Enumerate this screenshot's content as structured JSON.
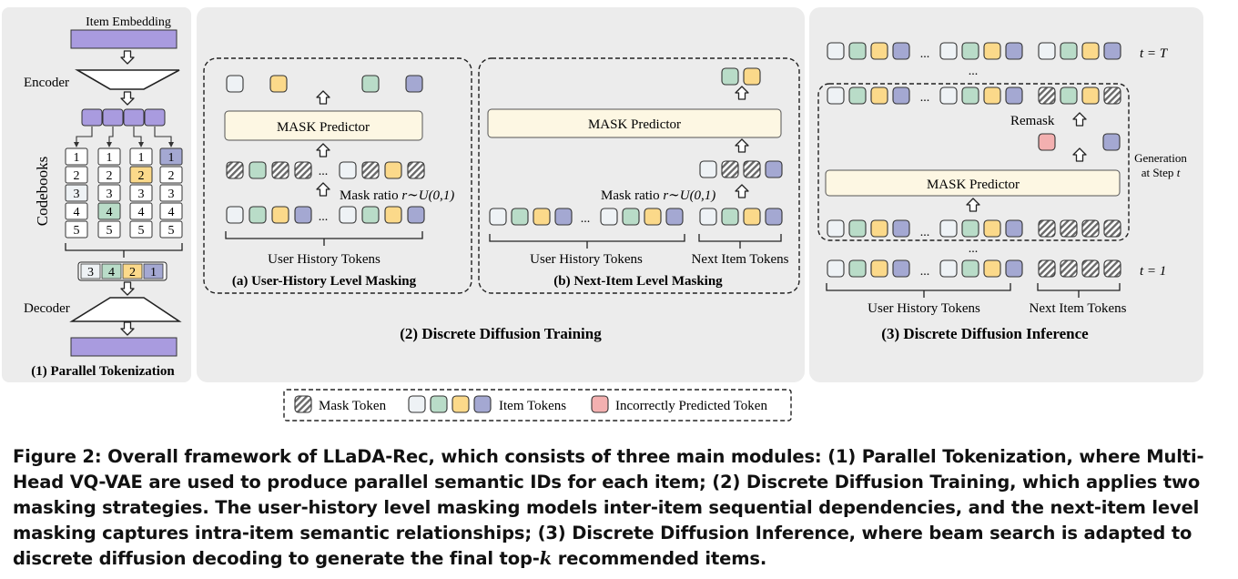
{
  "figure": {
    "tokenization": {
      "item_embedding": "Item Embedding",
      "encoder": "Encoder",
      "codebooks": "Codebooks",
      "decoder": "Decoder",
      "panel_title": "(1) Parallel Tokenization",
      "codebook_rows": [
        "1",
        "2",
        "3",
        "4",
        "5"
      ],
      "parallel_ids": [
        "3",
        "4",
        "2",
        "1"
      ]
    },
    "training": {
      "panel_title": "(2) Discrete Diffusion Training",
      "sub_a_title": "(a) User-History Level Masking",
      "sub_b_title": "(b) Next-Item Level Masking",
      "mask_predictor": "MASK Predictor",
      "mask_ratio_prefix": "Mask ratio ",
      "mask_ratio_formula": "r∼U(0,1)",
      "ellipsis": "...",
      "user_history_tokens": "User History Tokens",
      "next_item_tokens": "Next Item Tokens"
    },
    "inference": {
      "panel_title": "(3) Discrete Diffusion Inference",
      "mask_predictor": "MASK Predictor",
      "remask": "Remask",
      "generation_line1": "Generation",
      "generation_line2": "at Step ",
      "generation_var": "t",
      "t_top": "t = T",
      "t_bottom": "t = 1",
      "ellipsis": "...",
      "vdots": "...",
      "user_history_tokens": "User History Tokens",
      "next_item_tokens": "Next Item Tokens"
    },
    "legend": {
      "mask_token": "Mask Token",
      "item_tokens": "Item Tokens",
      "incorrect_token": "Incorrectly Predicted Token"
    },
    "colors": {
      "panel_bg": "#ececec",
      "token_white": "#eef2f5",
      "token_green": "#b9dcc8",
      "token_yellow": "#fbd98a",
      "token_purple": "#a4a8d2",
      "token_red": "#f3b0b0",
      "embedding_purple": "#a99bdf",
      "predictor_bg": "#fdf7e3"
    }
  },
  "caption": {
    "text": "Figure 2: Overall framework of LLaDA-Rec, which consists of three main modules: (1) Parallel Tokenization, where Multi-Head VQ-VAE are used to produce parallel semantic IDs for each item; (2) Discrete Diffusion Training, which applies two masking strategies. The user-history level masking models inter-item sequential dependencies, and the next-item level masking captures intra-item semantic relationships; (3) Discrete Diffusion Inference, where beam search is adapted to discrete diffusion decoding to generate the final top-",
    "var": "k",
    "suffix": " recommended items."
  }
}
